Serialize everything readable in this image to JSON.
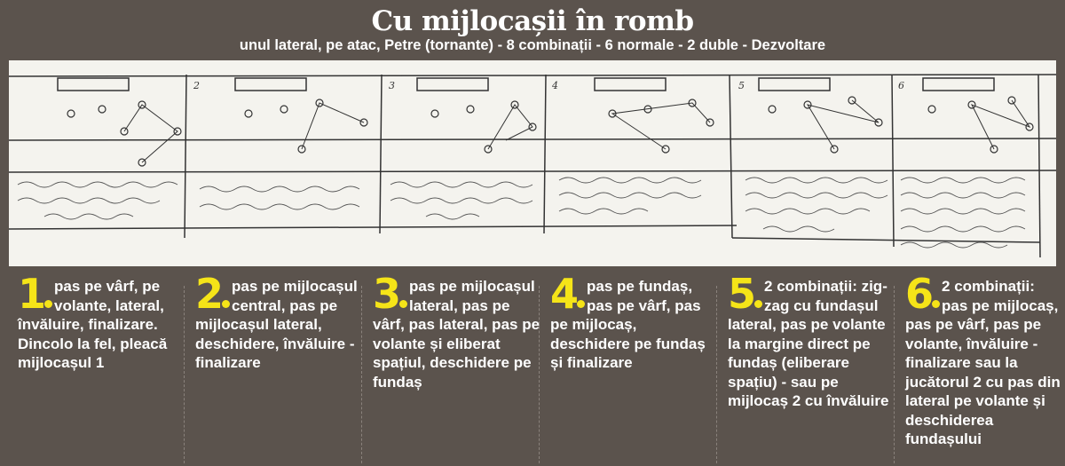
{
  "header": {
    "title": "Cu mijlocașii în romb",
    "subtitle": "unul lateral, pe atac, Petre (tornante) - 8 combinații - 6 normale - 2 duble - Dezvoltare"
  },
  "sketch": {
    "panel_numbers": [
      "2",
      "3",
      "4",
      "5",
      "6"
    ]
  },
  "combinations": [
    {
      "number": "1",
      "text": "pas pe vârf, pe volante, lateral, învăluire, finalizare. Dincolo la fel, pleacă mijlocașul 1"
    },
    {
      "number": "2",
      "text": "pas pe mijlocașul central, pas pe mijlocașul lateral, deschidere, învăluire - finalizare"
    },
    {
      "number": "3",
      "text": "pas pe mijlocașul lateral, pas pe vârf, pas lateral, pas pe volante și eliberat spațiul, deschidere pe fundaș"
    },
    {
      "number": "4",
      "text": "pas pe fundaș, pas pe vârf, pas pe mijlocaș, deschidere pe fundaș și finalizare"
    },
    {
      "number": "5",
      "text": "2 combinații: zig-zag cu fundașul lateral, pas pe volante la margine direct pe fundaș (eliberare spațiu) - sau pe mijlocaș 2 cu învăluire"
    },
    {
      "number": "6",
      "text": "2 combinații: pas pe mijlocaș, pas pe vârf, pas pe volante, învăluire - finalizare sau la jucătorul 2 cu pas din lateral pe volante și deschiderea fundașului"
    }
  ],
  "colors": {
    "background": "#5b534d",
    "accent": "#f5e418",
    "paper": "#f4f3ee"
  }
}
